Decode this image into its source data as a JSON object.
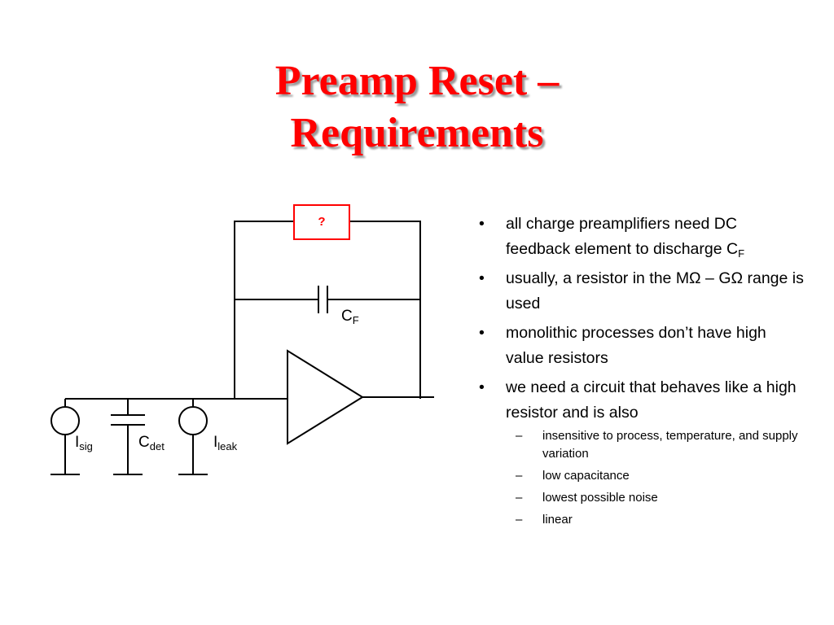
{
  "slide": {
    "title_line1": "Preamp Reset –",
    "title_line2": "Requirements"
  },
  "circuit": {
    "feedback_element_label": "?",
    "cf_label": {
      "main": "C",
      "sub": "F"
    },
    "isig_label": {
      "main": "I",
      "sub": "sig"
    },
    "cdet_label": {
      "main": "C",
      "sub": "det"
    },
    "ileak_label": {
      "main": "I",
      "sub": "leak"
    }
  },
  "bullets": [
    {
      "bullet": "•",
      "text": "all charge preamplifiers need DC feedback element to discharge C",
      "sub": "F"
    },
    {
      "bullet": "•",
      "text": "usually, a resistor in the MΩ – GΩ range is used"
    },
    {
      "bullet": "•",
      "text": "monolithic processes don’t have high value resistors"
    },
    {
      "bullet": "•",
      "text": "we need a circuit that behaves like a high resistor and is also",
      "subitems": [
        {
          "dash": "–",
          "text": "insensitive to process, temperature, and supply variation"
        },
        {
          "dash": "–",
          "text": "low capacitance"
        },
        {
          "dash": "–",
          "text": "lowest possible noise"
        },
        {
          "dash": "–",
          "text": "linear"
        }
      ]
    }
  ]
}
